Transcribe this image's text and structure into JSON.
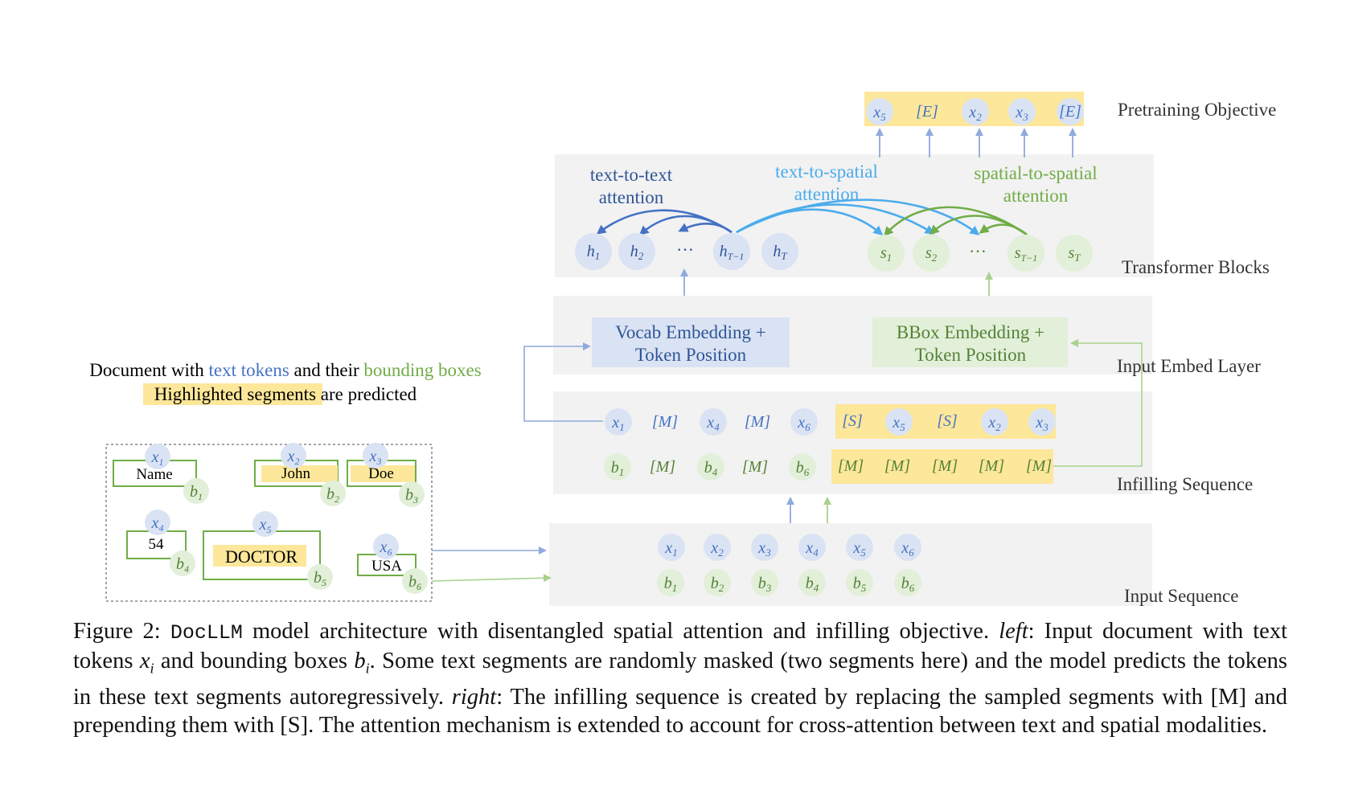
{
  "labels": {
    "pretraining": "Pretraining Objective",
    "transformer": "Transformer Blocks",
    "embed": "Input Embed Layer",
    "infilling": "Infilling Sequence",
    "input": "Input Sequence"
  },
  "attention": {
    "t2t_1": "text-to-text",
    "t2t_2": "attention",
    "t2s_1": "text-to-spatial",
    "t2s_2": "attention",
    "s2s_1": "spatial-to-spatial",
    "s2s_2": "attention"
  },
  "embed": {
    "vocab_1": "Vocab Embedding +",
    "vocab_2": "Token Position",
    "bbox_1": "BBox Embedding +",
    "bbox_2": "Token Position"
  },
  "doc": {
    "title_a": "Document with ",
    "title_b": "text tokens",
    "title_c": " and their ",
    "title_d": "bounding boxes",
    "sub_a": "Highlighted segments",
    "sub_b": " are predicted",
    "words": [
      "Name",
      "John",
      "Doe",
      "54",
      "DOCTOR",
      "USA"
    ]
  },
  "colors": {
    "text_blue": "#4472c4",
    "spatial_green": "#70ad47",
    "highlight": "#fde79a",
    "panel_gray": "#f2f2f2",
    "token_blue_fill": "#dae3f3",
    "token_green_fill": "#e2efd9"
  },
  "caption": {
    "p1": "Figure 2: ",
    "mono": "DocLLM",
    "p2": " model architecture with disentangled spatial attention and infilling objective. ",
    "left": "left",
    "p3": ": Input document with text tokens ",
    "xi": "xi",
    "p4": " and bounding boxes ",
    "bi": "bi",
    "p5": ". Some text segments are randomly masked (two segments here) and the model predicts the tokens in these text segments autoregressively. ",
    "right": "right",
    "p6": ": The infilling sequence is created by replacing the sampled segments with [M] and prepending them with [S]. The attention mechanism is extended to account for cross-attention between text and spatial modalities."
  }
}
